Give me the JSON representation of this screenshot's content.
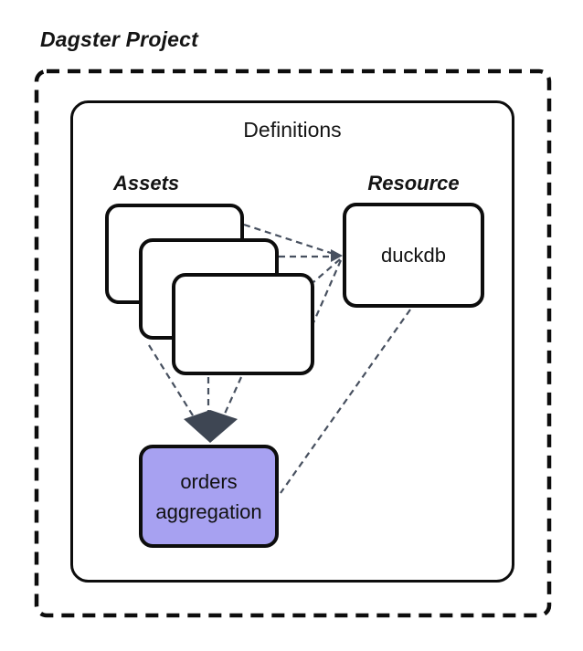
{
  "diagram": {
    "title": "Dagster Project",
    "definitions": {
      "label": "Definitions"
    },
    "assets": {
      "label": "Assets",
      "card_count": 3
    },
    "resource": {
      "label": "Resource",
      "node_label": "duckdb"
    },
    "asset_node": {
      "label": "orders aggregation"
    },
    "colors": {
      "node_highlight": "#a7a1f1",
      "connector": "#47505f",
      "arrowhead": "#3e4653",
      "border": "#0d0d0d",
      "background": "#ffffff"
    }
  }
}
